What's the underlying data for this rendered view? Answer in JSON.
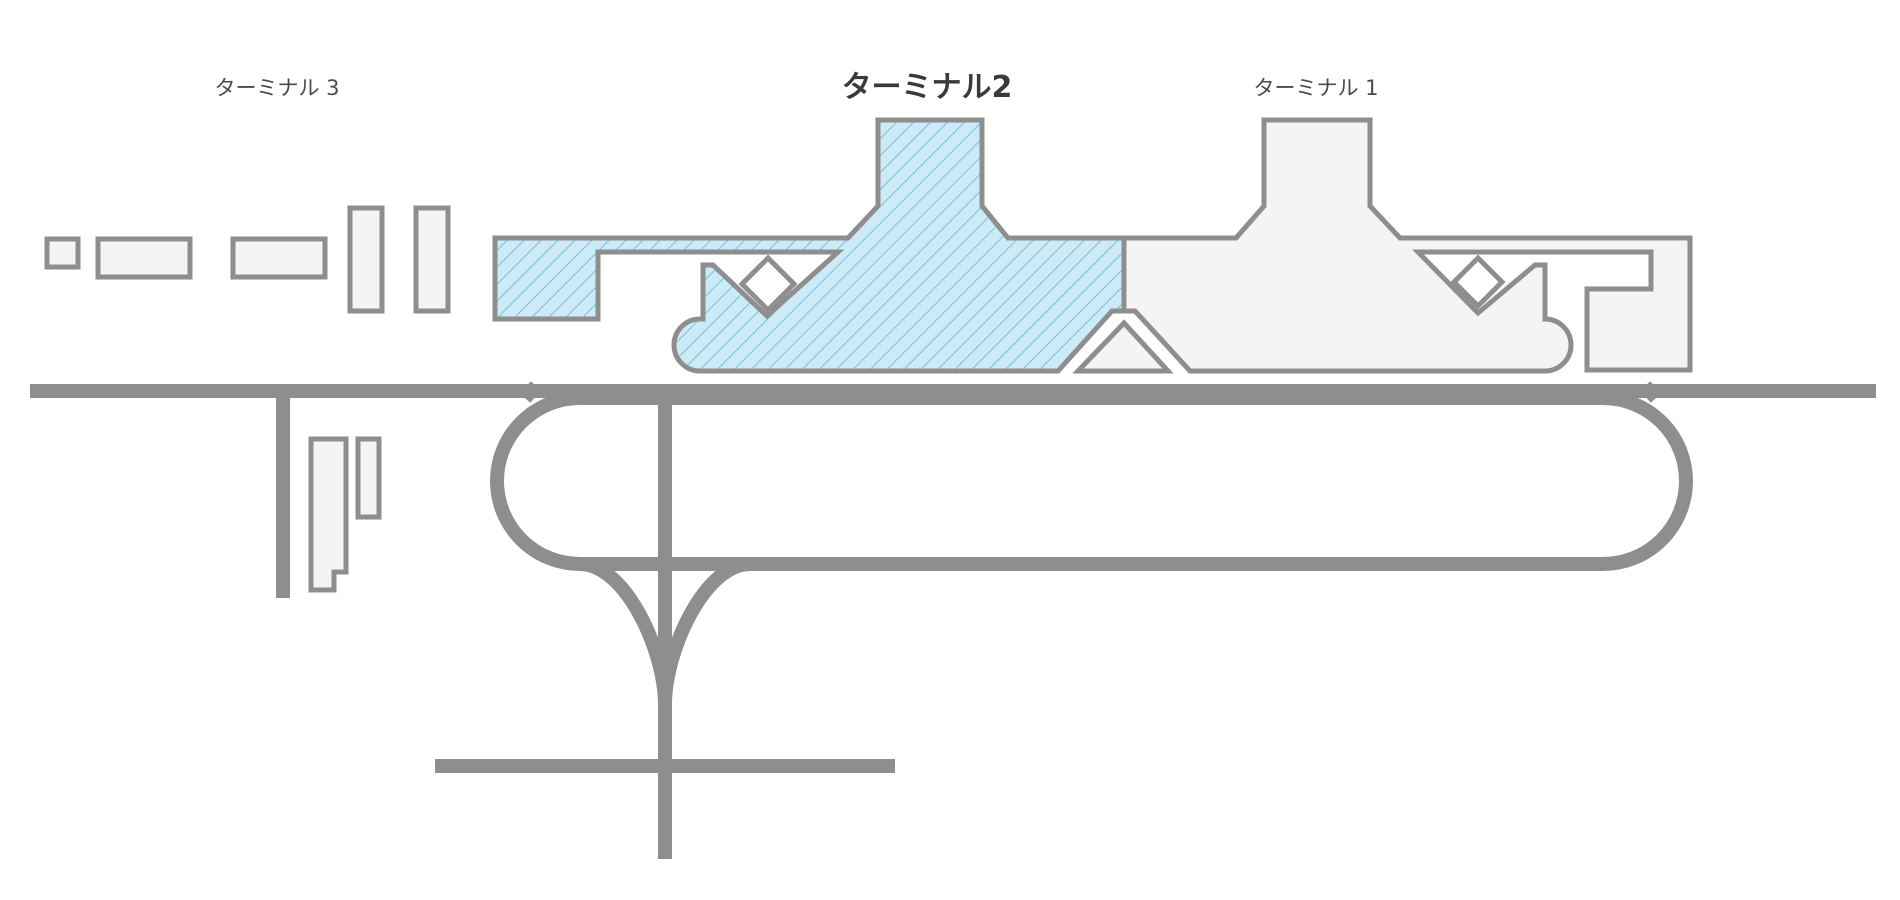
{
  "map": {
    "colors": {
      "road": "#8e8e8e",
      "building_fill": "#f4f4f4",
      "highlight_fill": "#cdeaf7",
      "highlight_hatch": "#5fb6d8",
      "label": "#4a4a4a"
    },
    "labels": {
      "terminal3": "ターミナル 3",
      "terminal2": "ターミナル2",
      "terminal1": "ターミナル 1"
    },
    "highlighted_terminal": "terminal2"
  }
}
